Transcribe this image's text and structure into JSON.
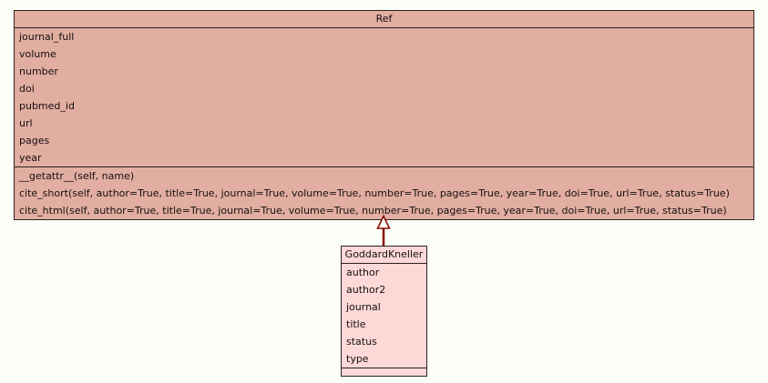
{
  "diagram": {
    "background_color": "#fcfff8",
    "border_color": "#2a211f",
    "arrow_color": "#8b0f08",
    "classes": [
      {
        "name": "Ref",
        "fill_color": "#e2aea1",
        "attributes": [
          "journal_full",
          "volume",
          "number",
          "doi",
          "pubmed_id",
          "url",
          "pages",
          "year"
        ],
        "methods": [
          "__getattr__(self, name)",
          "cite_short(self, author=True, title=True, journal=True, volume=True, number=True, pages=True, year=True, doi=True, url=True, status=True)",
          "cite_html(self, author=True, title=True, journal=True, volume=True, number=True, pages=True, year=True, doi=True, url=True, status=True)"
        ]
      },
      {
        "name": "GoddardKneller",
        "fill_color": "#fcd8d7",
        "attributes": [
          "author",
          "author2",
          "journal",
          "title",
          "status",
          "type"
        ],
        "methods": []
      }
    ],
    "relations": [
      {
        "type": "inheritance",
        "from": "GoddardKneller",
        "to": "Ref"
      }
    ]
  }
}
